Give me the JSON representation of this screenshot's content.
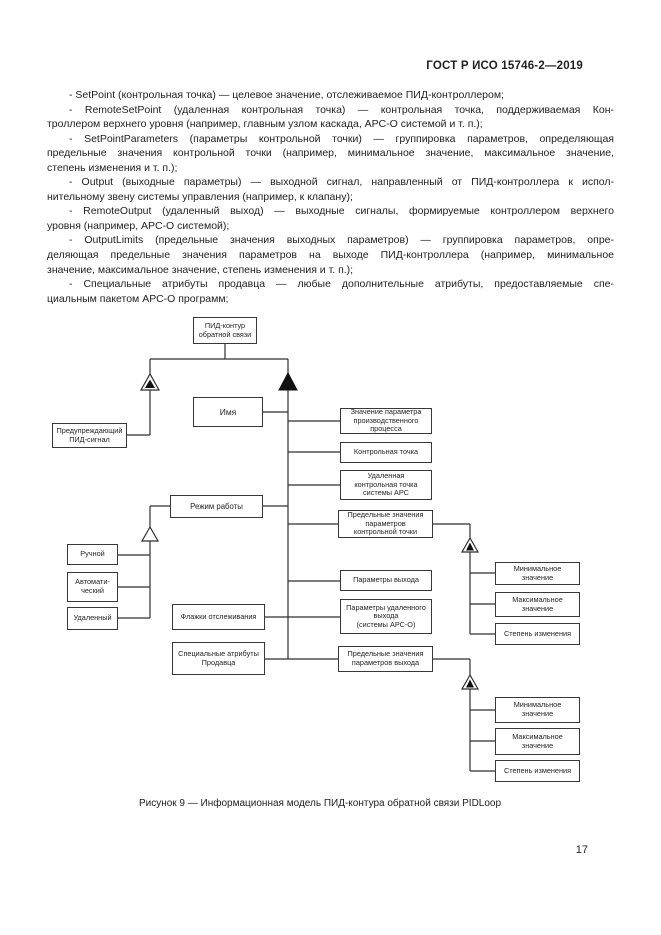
{
  "header": {
    "doc_code": "ГОСТ Р ИСО 15746-2—2019"
  },
  "paragraphs": [
    {
      "lines": [
        "- SetPoint (контрольная точка) — целевое значение, отслеживаемое ПИД-контроллером;"
      ]
    },
    {
      "lines": [
        "- RemoteSetPoint (удаленная контрольная точка) — контрольная точка, поддерживаемая Кон-",
        "троллером верхнего уровня (например, главным узлом каскада, АРС-О системой и т. п.);"
      ]
    },
    {
      "lines": [
        "- SetPointParameters (параметры контрольной точки) — группировка параметров, определяющая",
        "предельные значения контрольной точки (например, минимальное значение, максимальное значение,",
        "степень изменения и т. п.);"
      ]
    },
    {
      "lines": [
        "- Output (выходные параметры) — выходной сигнал, направленный от ПИД-контроллера к испол-",
        "нительному звену системы управления (например, к клапану);"
      ]
    },
    {
      "lines": [
        "- RemoteOutput (удаленный выход) — выходные сигналы, формируемые контроллером верхнего",
        "уровня (например, АРС-О системой);"
      ]
    },
    {
      "lines": [
        "- OutputLimits (предельные значения выходных параметров) — группировка параметров, опре-",
        "деляющая предельные значения параметров на выходе ПИД-контроллера (например, минимальное",
        "значение, максимальное значение, степень изменения и т. п.);"
      ]
    },
    {
      "lines": [
        "- Специальные атрибуты продавца — любые дополнительные атрибуты, предоставляемые спе-",
        "циальным пакетом АРС-О программ;"
      ]
    }
  ],
  "diagram": {
    "nodes": {
      "pid-loop": "ПИД-контур\nобратной связи",
      "alarm": "Предупреждающий\nПИД-сигнал",
      "name": "Имя",
      "mode": "Режим работы",
      "manual": "Ручной",
      "auto": "Автомати-\nческий",
      "remote": "Удаленный",
      "flags": "Флажки отслеживания",
      "vendor": "Специальные атрибуты\nПродавца",
      "pv": "Значение параметра\nпроизводственного\nпроцесса",
      "sp": "Контрольная точка",
      "rsp": "Удаленная\nконтрольная точка\nсистемы АРС",
      "sp-limits": "Предельные значения\nпараметров\nконтрольной точки",
      "out": "Параметры выхода",
      "rout": "Параметры удаленного\nвыхода\n(системы АРС-О)",
      "out-limits": "Предельные значения\nпараметров выхода",
      "min-1": "Минимальное\nзначение",
      "max-1": "Максимальное\nзначение",
      "rate-1": "Степень изменения",
      "min-2": "Минимальное\nзначение",
      "max-2": "Максимальное\nзначение",
      "rate-2": "Степень изменения"
    }
  },
  "figure": {
    "caption": "Рисунок 9 — Информационная модель ПИД-контура обратной связи PIDLoop"
  },
  "footer": {
    "page_number": "17"
  },
  "colors": {
    "paper": "#ffffff",
    "ink": "#1f1f1f",
    "line": "#2f2f2f"
  }
}
